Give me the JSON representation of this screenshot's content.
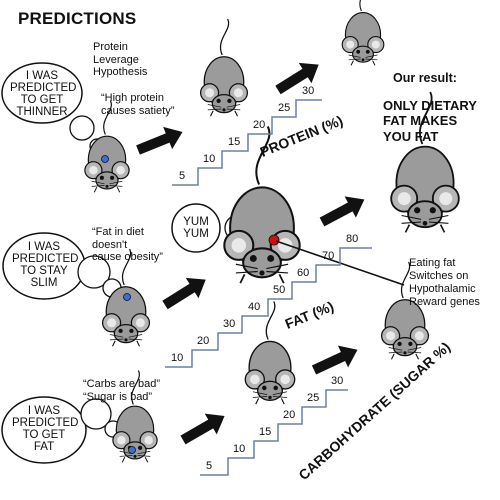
{
  "title": "PREDICTIONS",
  "hypothesis": {
    "name_lines": [
      "Protein",
      "Leverage",
      "Hypothesis"
    ],
    "quote_lines": [
      "“High protein",
      "causes satiety”"
    ]
  },
  "fat_quote_lines": [
    "“Fat in diet",
    "doesn't",
    "cause obesity”"
  ],
  "carb_quote_lines": [
    "“Carbs are bad”",
    "“Sugar is bad”"
  ],
  "bubbles": {
    "protein": [
      "I WAS",
      "PREDICTED",
      "TO GET",
      "THINNER"
    ],
    "fat": [
      "I WAS",
      "PREDICTED",
      "TO STAY",
      "SLIM"
    ],
    "carb": [
      "I WAS",
      "PREDICTED",
      "TO GET",
      "FAT"
    ],
    "yum": [
      "YUM",
      "YUM"
    ]
  },
  "result": {
    "label": "Our result:",
    "lines": [
      "ONLY DIETARY",
      "FAT MAKES",
      "YOU FAT"
    ]
  },
  "annotation_lines": [
    "Eating fat",
    "Switches on",
    "Hypothalamic",
    "Reward genes"
  ],
  "stairs": {
    "protein": {
      "label": "PROTEIN (%)",
      "steps": [
        "5",
        "10",
        "15",
        "20",
        "25",
        "30"
      ]
    },
    "fat": {
      "label": "FAT (%)",
      "steps": [
        "10",
        "20",
        "30",
        "40",
        "50",
        "60",
        "70",
        "80"
      ]
    },
    "carb": {
      "label": "CARBOHYDRATE (SUGAR %)",
      "steps": [
        "5",
        "10",
        "15",
        "20",
        "25",
        "30"
      ]
    }
  },
  "colors": {
    "stairs": "#6d7fa6",
    "mouse": "#9b9b9b",
    "red_dot": "#cc1111",
    "blue_dot": "#3a6fd6"
  }
}
